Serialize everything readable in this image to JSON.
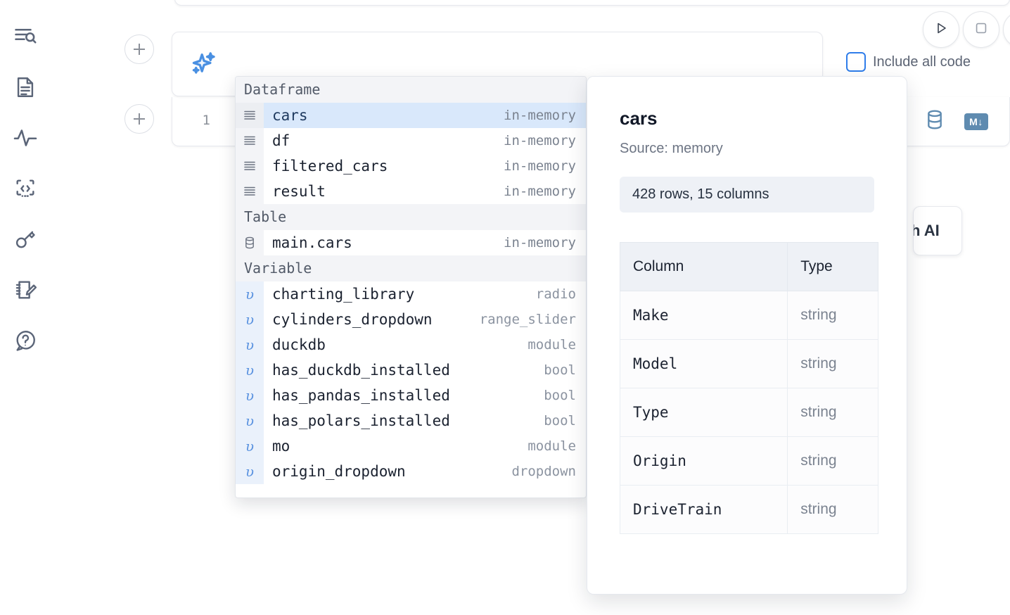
{
  "sidebar": {
    "items": [
      {
        "name": "explore-icon",
        "label": "Explore"
      },
      {
        "name": "document-icon",
        "label": "Notebook"
      },
      {
        "name": "activity-icon",
        "label": "Activity"
      },
      {
        "name": "code-icon",
        "label": "Snippets"
      },
      {
        "name": "key-icon",
        "label": "Secrets"
      },
      {
        "name": "scratchpad-icon",
        "label": "Scratchpad"
      },
      {
        "name": "help-icon",
        "label": "Help"
      }
    ]
  },
  "toolbar": {
    "run_label": "Run",
    "stop_label": "Stop",
    "include_all_code_label": "Include all code",
    "include_all_code_checked": false
  },
  "ai_cell": {
    "icon": "sparkle-icon",
    "input_value": "@",
    "placeholder": ""
  },
  "code_cell": {
    "line_number": "1",
    "database_icon": "database-icon",
    "markdown_badge": "M↓"
  },
  "floating_chip": {
    "label": "h AI"
  },
  "autocomplete": {
    "sections": [
      {
        "title": "Dataframe",
        "items": [
          {
            "icon": "lines-icon",
            "name": "cars",
            "type": "in-memory",
            "selected": true
          },
          {
            "icon": "lines-icon",
            "name": "df",
            "type": "in-memory",
            "selected": false
          },
          {
            "icon": "lines-icon",
            "name": "filtered_cars",
            "type": "in-memory",
            "selected": false
          },
          {
            "icon": "lines-icon",
            "name": "result",
            "type": "in-memory",
            "selected": false
          }
        ]
      },
      {
        "title": "Table",
        "items": [
          {
            "icon": "database-icon",
            "name": "main.cars",
            "type": "in-memory",
            "selected": false
          }
        ]
      },
      {
        "title": "Variable",
        "items": [
          {
            "icon": "variable-icon",
            "name": "charting_library",
            "type": "radio",
            "selected": false
          },
          {
            "icon": "variable-icon",
            "name": "cylinders_dropdown",
            "type": "range_slider",
            "selected": false
          },
          {
            "icon": "variable-icon",
            "name": "duckdb",
            "type": "module",
            "selected": false
          },
          {
            "icon": "variable-icon",
            "name": "has_duckdb_installed",
            "type": "bool",
            "selected": false
          },
          {
            "icon": "variable-icon",
            "name": "has_pandas_installed",
            "type": "bool",
            "selected": false
          },
          {
            "icon": "variable-icon",
            "name": "has_polars_installed",
            "type": "bool",
            "selected": false
          },
          {
            "icon": "variable-icon",
            "name": "mo",
            "type": "module",
            "selected": false
          },
          {
            "icon": "variable-icon",
            "name": "origin_dropdown",
            "type": "dropdown",
            "selected": false
          }
        ]
      }
    ]
  },
  "detail_panel": {
    "title": "cars",
    "source": "Source: memory",
    "stats": "428 rows, 15 columns",
    "table": {
      "headers": [
        "Column",
        "Type"
      ],
      "rows": [
        [
          "Make",
          "string"
        ],
        [
          "Model",
          "string"
        ],
        [
          "Type",
          "string"
        ],
        [
          "Origin",
          "string"
        ],
        [
          "DriveTrain",
          "string"
        ]
      ]
    }
  },
  "colors": {
    "accent": "#2f7dea",
    "selection": "#d9e8fb",
    "icon": "#5b6578",
    "muted": "#7b8390"
  }
}
